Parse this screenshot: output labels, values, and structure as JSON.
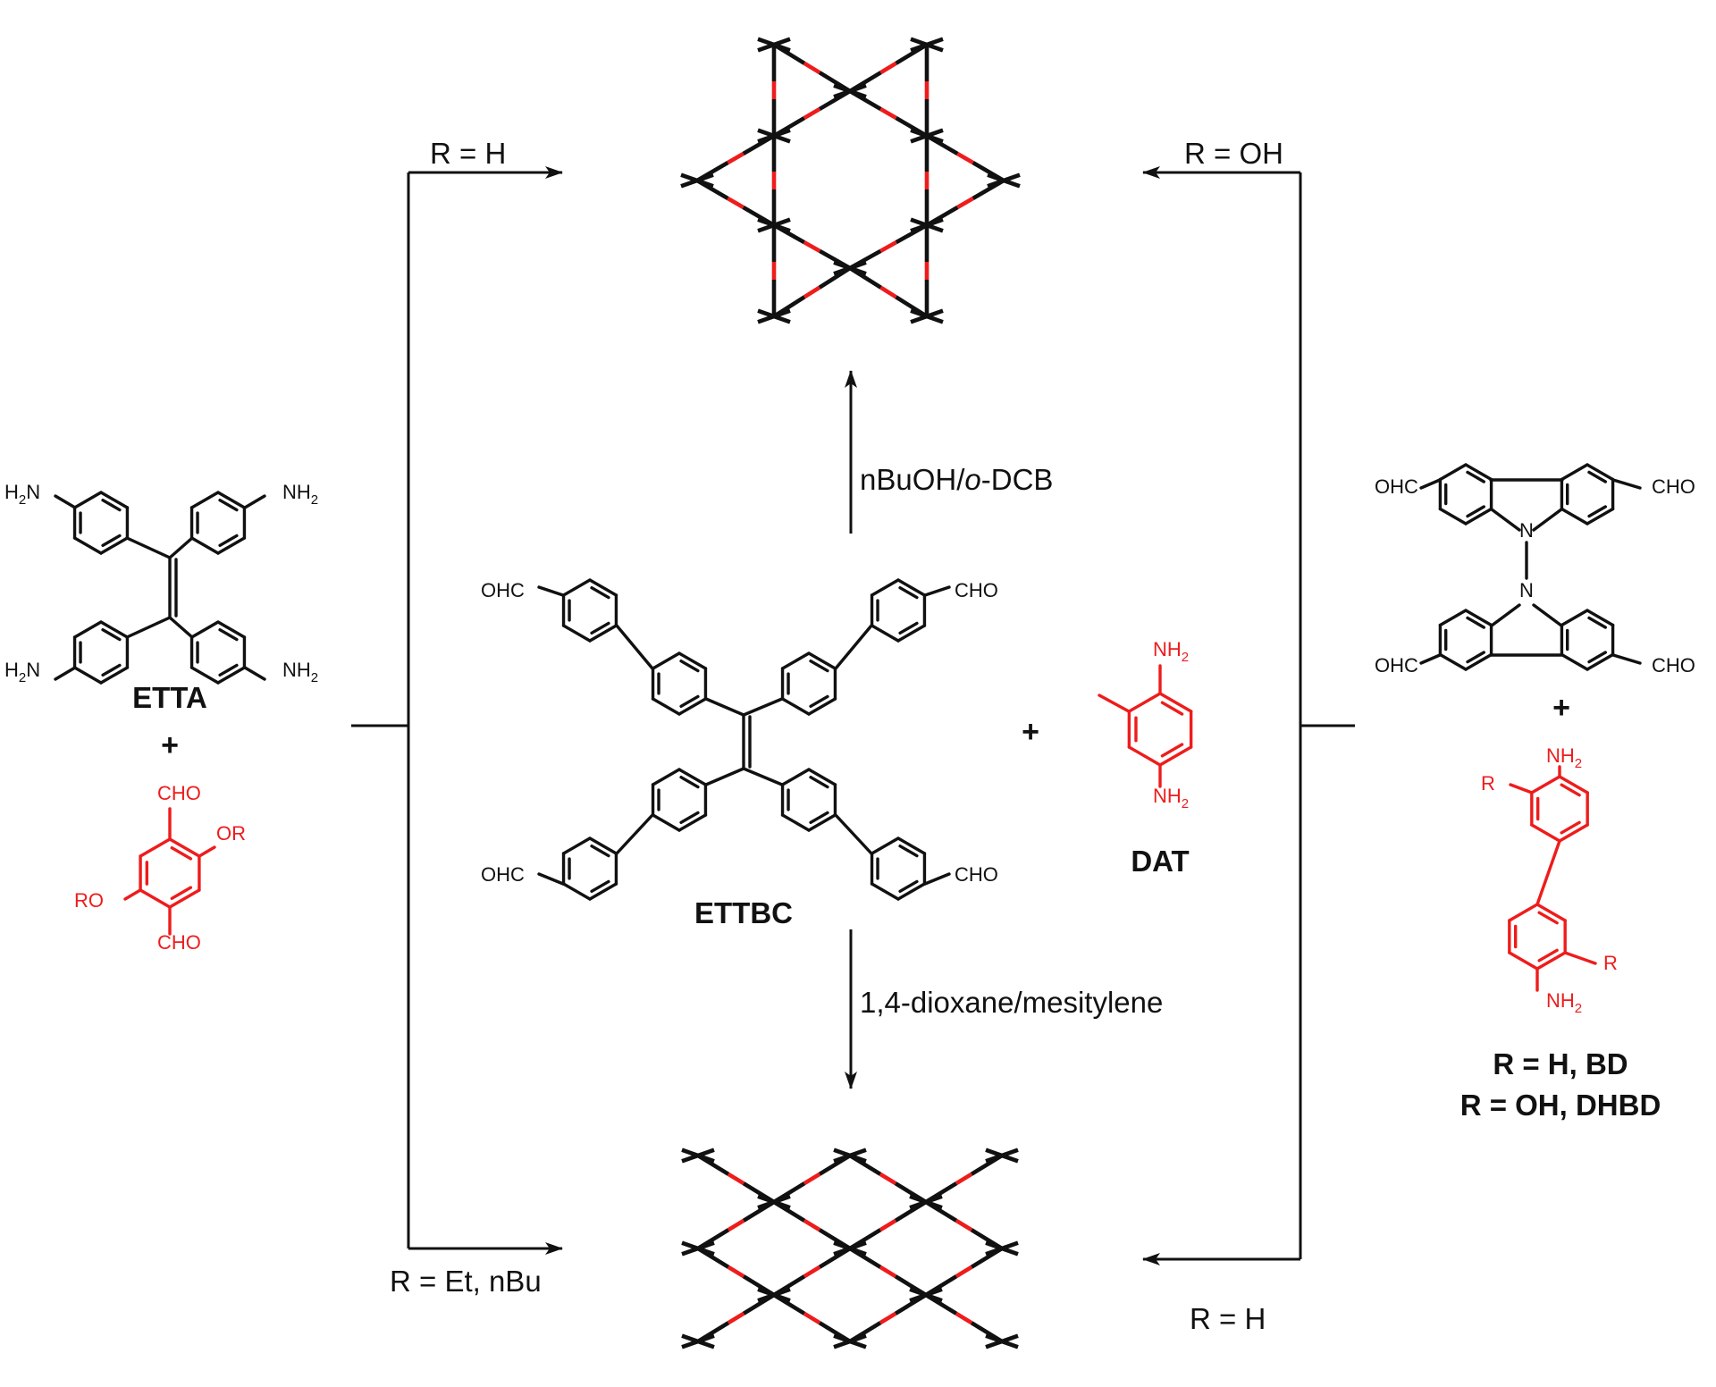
{
  "colors": {
    "bond": "#111111",
    "linker": "#ee1c1c",
    "background": "#ffffff"
  },
  "conditions": {
    "top_left": "R = H",
    "top_right": "R = OH",
    "bottom_left": "R = Et, nBu",
    "bottom_right": "R = H",
    "center_up": "nBuOH/o-DCB",
    "center_up_prefix": "nBuOH/",
    "center_up_italic": "o",
    "center_up_suffix": "-DCB",
    "center_down": "1,4-dioxane/mesitylene"
  },
  "left": {
    "amine_name": "ETTA",
    "plus": "+",
    "nh2": "H2N",
    "nh2_sub": "2",
    "aldehyde_group": "CHO",
    "r_group": "OR",
    "r_group_left": "RO"
  },
  "center": {
    "aldehyde_name": "ETTBC",
    "group": "OHC",
    "group_right": "CHO",
    "plus": "+",
    "amine_name": "DAT",
    "amine_group": "NH2"
  },
  "right": {
    "group_left": "OHC",
    "group_right": "CHO",
    "n_label": "N",
    "plus": "+",
    "amine_group": "NH2",
    "r_label": "R",
    "def1": "R = H, BD",
    "def2": "R = OH, DHBD"
  },
  "icons": [
    "kagome-cof-network",
    "square-cof-network",
    "benzene-ring",
    "reaction-arrow"
  ]
}
